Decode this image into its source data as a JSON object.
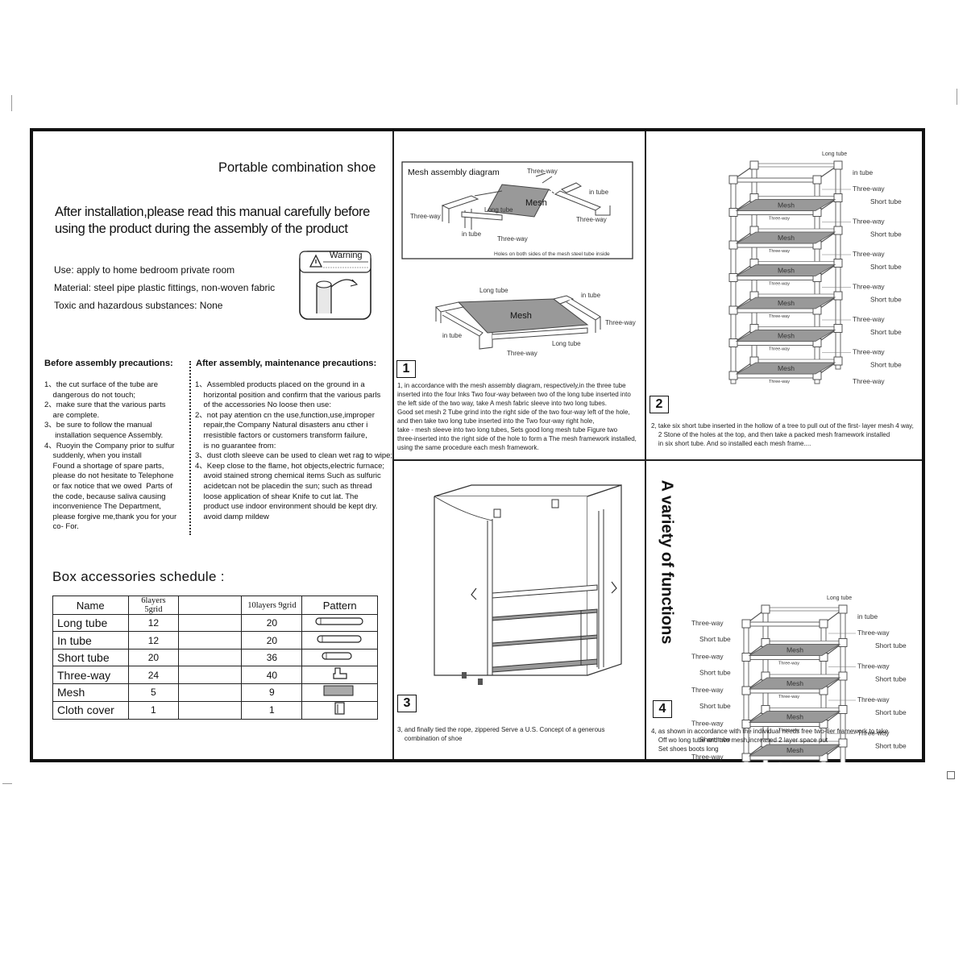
{
  "panel_left": {
    "title": "Portable combination shoe",
    "intro": [
      "After installation,please read this manual carefully before",
      "using the product during the assembly of the product"
    ],
    "specs": [
      "Use: apply to home bedroom private room",
      "Material: steel pipe plastic fittings, non-woven fabric",
      "Toxic and hazardous substances: None"
    ],
    "warning_label": "Warning",
    "before_heading": "Before assembly precautions:",
    "before_lines": [
      "1、the cut surface of the tube are",
      "    dangerous do not touch;",
      "2、make sure that the various parts",
      "    are complete.",
      "3、be sure to follow the manual",
      "     installation sequence Assembly.",
      "4、Ruoyin the Company prior to sulfur",
      "    suddenly, when you install",
      "    Found a shortage of spare parts,",
      "    please do not hesitate to Telephone",
      "    or fax notice that we owed  Parts of",
      "    the code, because saliva causing",
      "    inconvenience The Department,",
      "    please forgive me,thank you for your",
      "    co- For."
    ],
    "after_heading": "After assembly, maintenance precautions:",
    "after_lines": [
      "1、Assembled products placed on the ground in a",
      "    horizontal position and confirm that the various parls",
      "    of the accessories No loose then use:",
      "2、not pay atention cn the use,function,use,improper",
      "    repair,the Company Natural disasters anu cther i",
      "    rresistible factors or customers transform failure,",
      "    is no guarantee from:",
      "3、dust cloth sleeve can be used to clean wet rag to wipe;",
      "4、Keep close to the flame, hot objects,electric furnace;",
      "    avoid stained strong chemical items Such as sulfuric",
      "    acidetcan not be placedin the sun; such as thread",
      "    loose application of shear Knife to cut lat. The",
      "    product use indoor environment should be kept dry.",
      "    avoid damp mildew"
    ],
    "accessories_title": "Box accessories schedule :",
    "table_headers": [
      "Name",
      "6layers 5grid",
      "",
      "10layers 9grid",
      "Pattern"
    ],
    "table_rows": [
      {
        "name": "Long tube",
        "a": "12",
        "b": "20",
        "pattern": "long-tube-icon"
      },
      {
        "name": "In tube",
        "a": "12",
        "b": "20",
        "pattern": "in-tube-icon"
      },
      {
        "name": "Short tube",
        "a": "20",
        "b": "36",
        "pattern": "short-tube-icon"
      },
      {
        "name": "Three-way",
        "a": "24",
        "b": "40",
        "pattern": "three-way-icon"
      },
      {
        "name": "Mesh",
        "a": "5",
        "b": "9",
        "pattern": "mesh-icon"
      },
      {
        "name": "Cloth cover",
        "a": "1",
        "b": "1",
        "pattern": "cloth-cover-icon"
      }
    ]
  },
  "step1": {
    "number": "1",
    "diagram_title": "Mesh assembly diagram",
    "labels": {
      "three_way": "Three-way",
      "in_tube": "in tube",
      "mesh": "Mesh",
      "long_tube": "Long tube",
      "holes_note": "Holes on both sides of the mesh steel tube inside"
    },
    "text": [
      "1, in accordance with the mesh assembly diagram, respectively,in the three tube",
      "inserted into the four Inks Two four-way between two of the long tube inserted into",
      "the left side of the two way, take A mesh fabric sleeve into two long tubes.",
      "Good set mesh 2 Tube grind into the right side of the two four-way left of the hole,",
      "and then take two long tube inserted into the Two four-way right hole,",
      "take - mesh sleeve into two long tubes, Sets good long mesh tube Figure two",
      "three-inserted into the right side of the hole to form a The mesh framework installed,",
      "using the same procedure each mesh framework."
    ]
  },
  "step2": {
    "number": "2",
    "labels": {
      "long_tube": "Long tube",
      "in_tube": "in tube",
      "three_way": "Three-way",
      "short_tube": "Short tube",
      "mesh": "Mesh"
    },
    "text": [
      "2, take six short tube inserted in the hollow of a tree to pull out of the first- layer mesh 4 way,",
      "    2 Stone of the holes at the top, and then take a packed mesh framework installed",
      "    in six short tube. And so installed each mesh frame...."
    ]
  },
  "step3": {
    "number": "3",
    "text": [
      "3, and finally tied the rope, zippered Serve a U.S. Concept of a generous",
      "    combination of shoe"
    ]
  },
  "step4": {
    "number": "4",
    "vertical_title": "A variety of functions",
    "labels": {
      "long_tube": "Long tube",
      "in_tube": "in tube",
      "three_way": "Three-way",
      "short_tube": "Short tube",
      "mesh": "Mesh"
    },
    "text": [
      "4, as shown in accordance with the individual needs free two-tier framework to take",
      "    Off wo long tube and two mesh,increased 2 layer space put",
      "    Set shoes boots long"
    ]
  }
}
